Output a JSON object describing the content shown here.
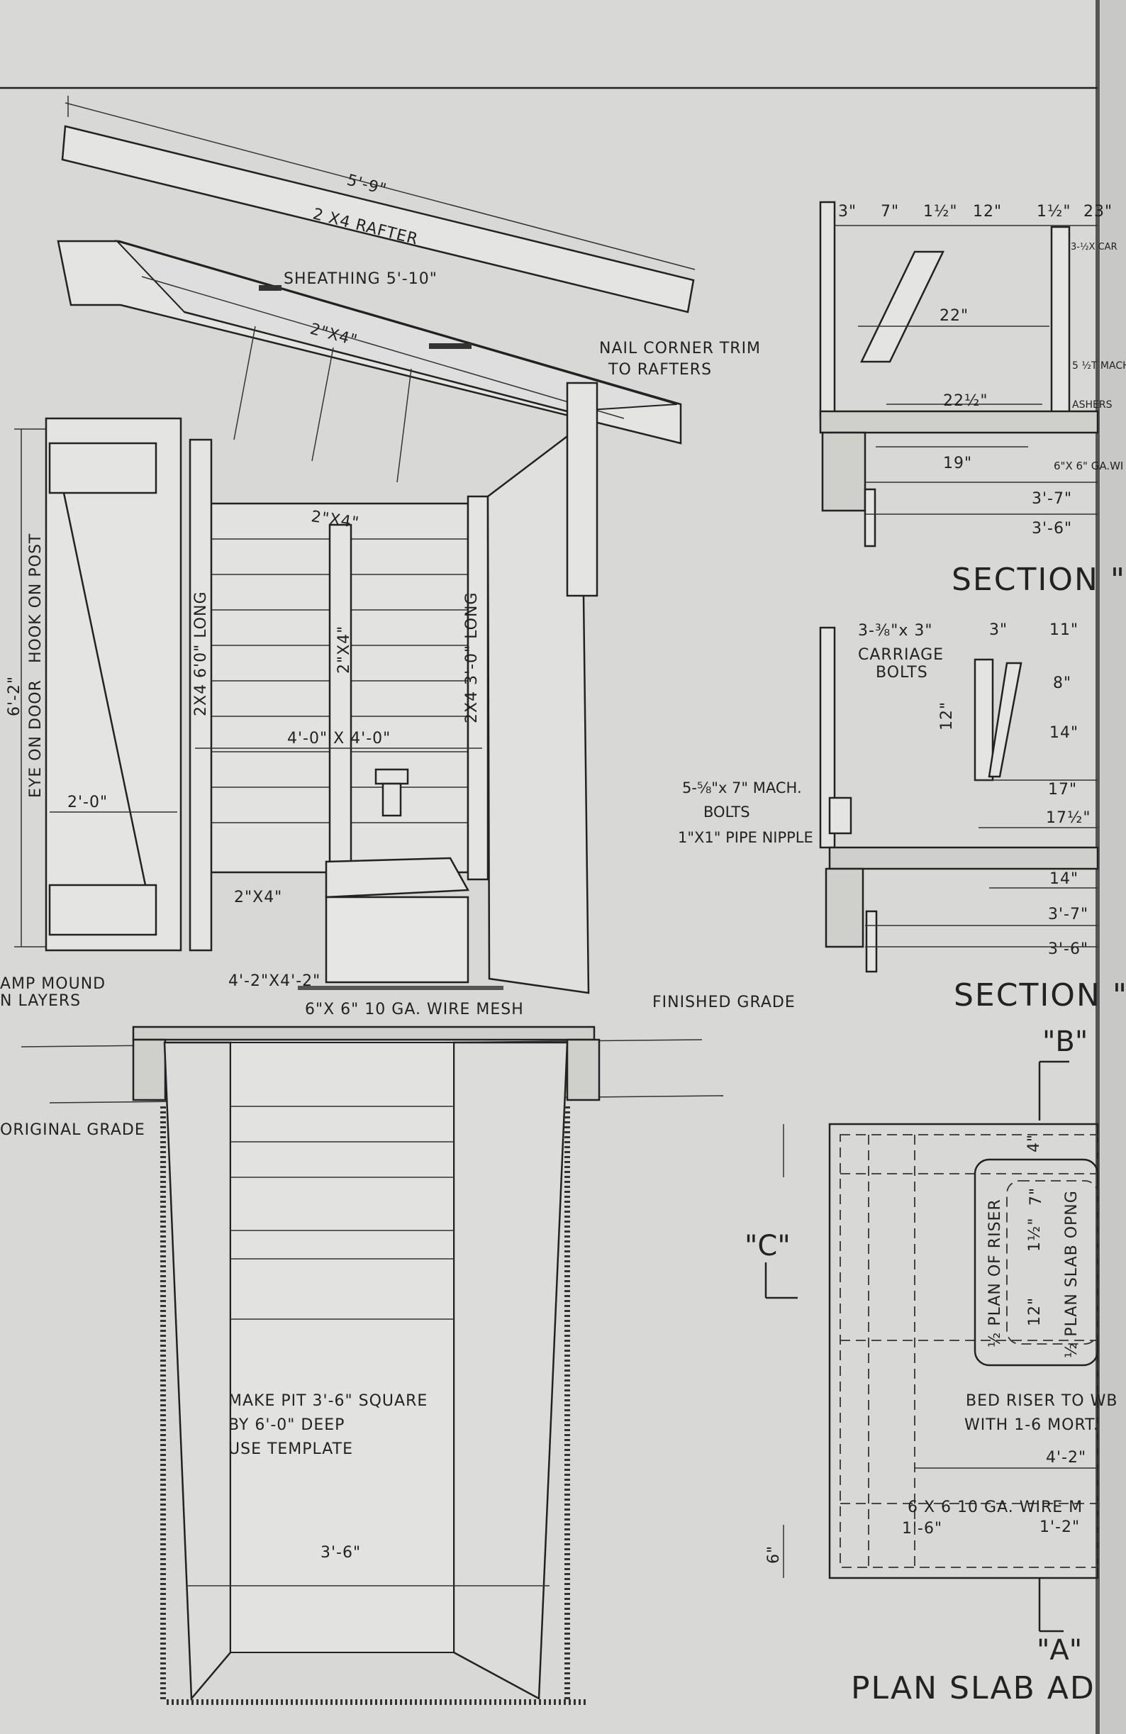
{
  "isometric": {
    "rafter_len": "5'-9\"",
    "rafter": "2 X4 RAFTER",
    "sheathing": "SHEATHING 5'-10\"",
    "top_2x4": "2\"X4\"",
    "mid_2x4": "2\"X4\"",
    "nail_trim_1": "NAIL CORNER TRIM",
    "nail_trim_2": "TO RAFTERS",
    "hook_on_post": "HOOK ON POST",
    "eye_on_door": "EYE ON DOOR",
    "door_height": "6'-2\"",
    "door_width": "2'-0\"",
    "stud_left": "2X4 6'0\" LONG",
    "stud_center": "2\"X4\"",
    "stud_right": "2X4 3'-0\" LONG",
    "floor_dim": "4'-0\" X 4'-0\"",
    "bottom_2x4": "2\"X4\"",
    "slab_dim": "4'-2\"X4'-2\"",
    "wire_mesh": "6\"X 6\" 10 GA. WIRE MESH",
    "finished_grade": "FINISHED GRADE",
    "tamp_mound_1": "AMP MOUND",
    "tamp_mound_2": "N LAYERS",
    "original_grade": "ORIGINAL GRADE",
    "pit_note_1": "MAKE PIT 3'-6\" SQUARE",
    "pit_note_2": "BY 6'-0\" DEEP",
    "pit_note_3": "USE TEMPLATE",
    "pit_width": "3'-6\""
  },
  "section_ab": {
    "dims_top": [
      "3\"",
      "7\"",
      "1½\"",
      "12\"",
      "1½\"",
      "23\""
    ],
    "d22": "22\"",
    "d22half": "22½\"",
    "d19": "19\"",
    "d37": "3'-7\"",
    "d36": "3'-6\"",
    "note_a": "3-½X CAR",
    "note_b": "5 ½T MACH",
    "note_c": "ASHERS",
    "note_d": "6\"X 6\" GA.WI",
    "title": "SECTION \"A-B\""
  },
  "section_c": {
    "carriage_1": "3-⅜\"x 3\"",
    "carriage_2": "CARRIAGE",
    "carriage_3": "BOLTS",
    "d3": "3\"",
    "d11": "11\"",
    "d8": "8\"",
    "d12": "12\"",
    "d14a": "14\"",
    "d17": "17\"",
    "d17half": "17½\"",
    "d14b": "14\"",
    "d37": "3'-7\"",
    "d36": "3'-6\"",
    "mach_1": "5-⅝\"x 7\" MACH.",
    "mach_2": "BOLTS",
    "pipe": "1\"X1\" PIPE NIPPLE",
    "title": "SECTION \"C-"
  },
  "plan": {
    "marker_b": "\"B\"",
    "marker_c": "\"C\"",
    "marker_a": "\"A\"",
    "d4": "4\"",
    "d7": "7\"",
    "d1half": "1½\"",
    "d12": "12\"",
    "riser": "½ PLAN OF RISER",
    "slab_opng": "½ PLAN SLAB OPNG",
    "bed_1": "BED RISER TO WB",
    "bed_2": "WITH 1-6 MORT.",
    "d42": "4'-2\"",
    "wire": "6 X 6  10 GA. WIRE  M",
    "d16": "1'-6\"",
    "d12b": "1'-2\"",
    "d6": "6\"",
    "title": "PLAN SLAB AD"
  }
}
